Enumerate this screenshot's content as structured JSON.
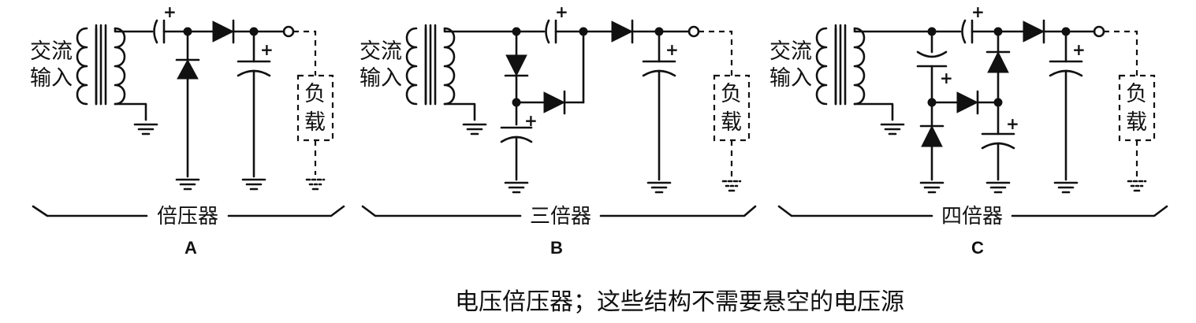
{
  "figure": {
    "caption": "电压倍压器；这些结构不需要悬空的电压源",
    "panels": [
      {
        "id": "A",
        "letter": "A",
        "name": "倍压器",
        "ac_input": [
          "交流",
          "输入"
        ],
        "load": [
          "负",
          "载"
        ],
        "plus": "+"
      },
      {
        "id": "B",
        "letter": "B",
        "name": "三倍器",
        "ac_input": [
          "交流",
          "输入"
        ],
        "load": [
          "负",
          "载"
        ],
        "plus": "+"
      },
      {
        "id": "C",
        "letter": "C",
        "name": "四倍器",
        "ac_input": [
          "交流",
          "输入"
        ],
        "load": [
          "负",
          "载"
        ],
        "plus": "+"
      }
    ]
  }
}
